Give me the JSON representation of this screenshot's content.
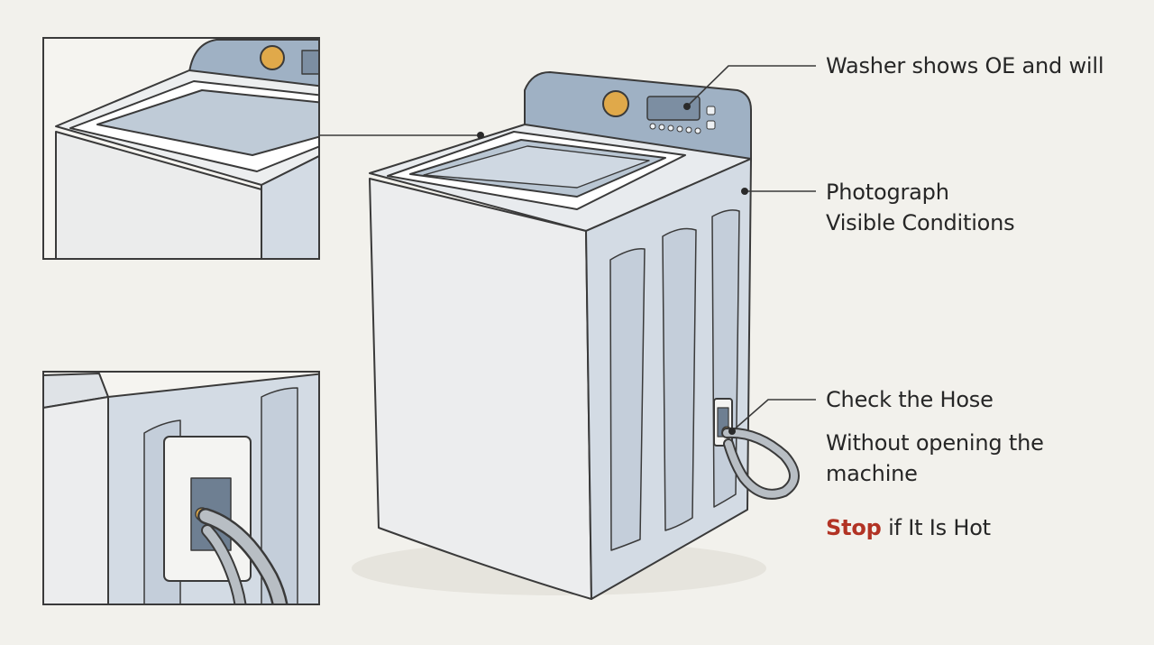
{
  "callouts": {
    "error": {
      "text": "Washer shows OE and will"
    },
    "photo": {
      "line1": "Photograph",
      "line2": "Visible Conditions"
    },
    "hose": {
      "text": "Check the Hose"
    },
    "no_open": {
      "line1": "Without opening the",
      "line2": "machine"
    },
    "stop": {
      "highlight": "Stop",
      "rest": " if It Is Hot"
    }
  },
  "colors": {
    "background": "#f2f1ec",
    "ink": "#3a3a3a",
    "panel_blue": "#9fb1c4",
    "body_white": "#eceeef",
    "side_blue": "#d3dbe4",
    "knob": "#e0a94a",
    "stop_red": "#b23324",
    "hose_gray": "#b8bec4"
  },
  "icons": {
    "washer": "top-load-washer-illustration",
    "inset_top": "washer-lid-closeup",
    "inset_hose": "hose-connection-closeup"
  }
}
